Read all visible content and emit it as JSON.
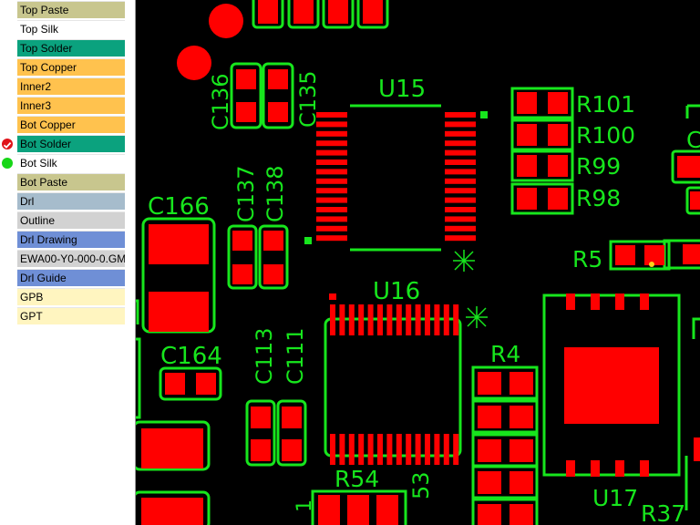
{
  "layers": [
    {
      "name": "Top Paste",
      "color": "#c8c68e",
      "status": "none"
    },
    {
      "name": "Top Silk",
      "color": "#ffffff",
      "status": "none"
    },
    {
      "name": "Top Solder",
      "color": "#0ba27e",
      "status": "none"
    },
    {
      "name": "Top Copper",
      "color": "#ffc24e",
      "status": "none"
    },
    {
      "name": "Inner2",
      "color": "#ffc24e",
      "status": "none"
    },
    {
      "name": "Inner3",
      "color": "#ffc24e",
      "status": "none"
    },
    {
      "name": "Bot Copper",
      "color": "#ffc24e",
      "status": "none"
    },
    {
      "name": "Bot Solder",
      "color": "#0ba27e",
      "status": "active"
    },
    {
      "name": "Bot Silk",
      "color": "#ffffff",
      "status": "visible"
    },
    {
      "name": "Bot Paste",
      "color": "#c8c68e",
      "status": "none"
    },
    {
      "name": "Drl",
      "color": "#a6bccc",
      "status": "none"
    },
    {
      "name": "Outline",
      "color": "#d2d2d2",
      "status": "none"
    },
    {
      "name": "Drl Drawing",
      "color": "#6f8fd6",
      "status": "none"
    },
    {
      "name": "EWA00-Y0-000-0.GM",
      "color": "#d2d2d2",
      "status": "none"
    },
    {
      "name": "Drl Guide",
      "color": "#6f8fd6",
      "status": "none"
    },
    {
      "name": "GPB",
      "color": "#fff5c0",
      "status": "none"
    },
    {
      "name": "GPT",
      "color": "#fff5c0",
      "status": "none"
    }
  ],
  "colors": {
    "silk": "#17e61d",
    "pad": "#ff0000",
    "board": "#000000",
    "active_marker": "#e0131a",
    "visible_marker": "#17d617"
  },
  "designators": {
    "U15": "U15",
    "U16": "U16",
    "U17": "U17",
    "R101": "R101",
    "R100": "R100",
    "R99": "R99",
    "R98": "R98",
    "R5": "R5",
    "R4": "R4",
    "R54": "R54",
    "R37": "R37",
    "C166": "C166",
    "C164": "C164",
    "C136": "C136",
    "C135": "C135",
    "C137": "C137",
    "C138": "C138",
    "C113": "C113",
    "C111": "C111",
    "C_partial": "C",
    "R53_partial": "53",
    "digit_1": "1"
  }
}
